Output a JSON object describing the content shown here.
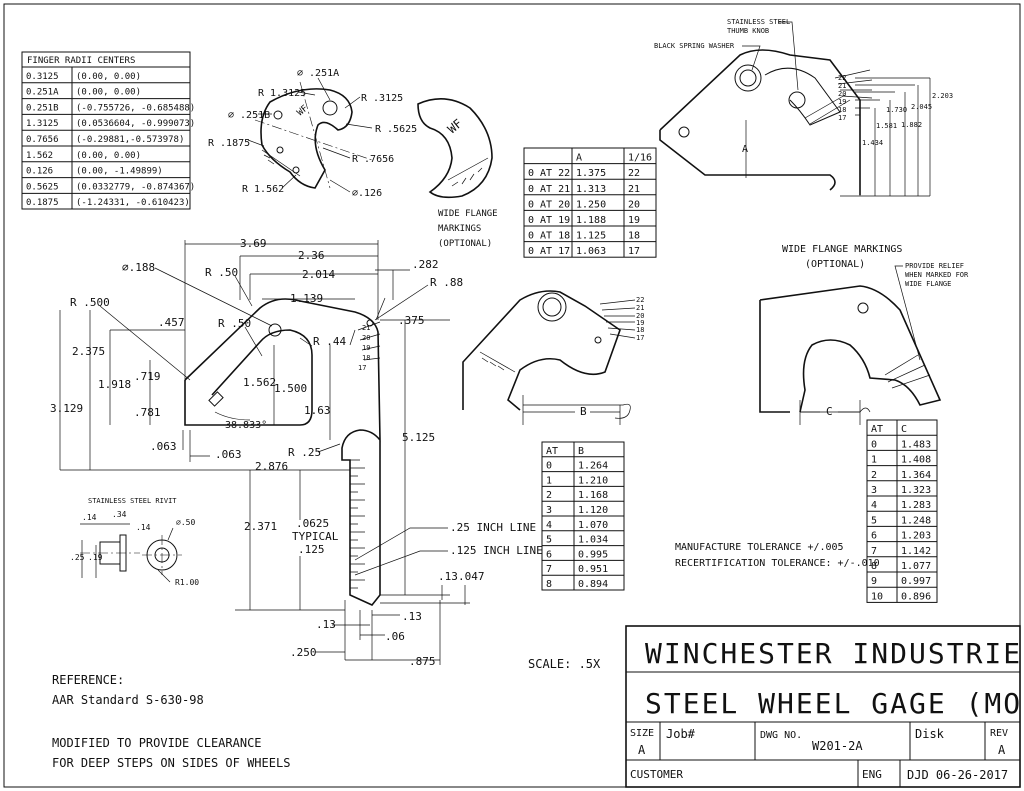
{
  "finger_radii_table": {
    "header": "FINGER RADII CENTERS",
    "rows": [
      [
        "0.3125",
        "(0.00, 0.00)"
      ],
      [
        "0.251A",
        "(0.00, 0.00)"
      ],
      [
        "0.251B",
        "(-0.755726, -0.685488)"
      ],
      [
        "1.3125",
        "(0.0536604, -0.999073)"
      ],
      [
        "0.7656",
        "(-0.29881,-0.573978)"
      ],
      [
        "1.562",
        "(0.00, 0.00)"
      ],
      [
        "0.126",
        "(0.00, -1.49899)"
      ],
      [
        "0.5625",
        "(0.0332779, -0.874367)"
      ],
      [
        "0.1875",
        "(-1.24331, -0.610423)"
      ]
    ]
  },
  "finger_labels": {
    "d251a": "∅ .251A",
    "r13125": "R 1.3125",
    "r3125": "R .3125",
    "d251b": "∅ .251B",
    "r5625": "R .5625",
    "r1875": "R .1875",
    "r7656": "R .7656",
    "r1562": "R 1.562",
    "d126": "∅.126",
    "wf": "WF"
  },
  "wide_flange_note": [
    "WIDE FLANGE",
    "MARKINGS",
    "(OPTIONAL)"
  ],
  "table_a": {
    "headers": [
      "",
      "A",
      "1/16"
    ],
    "rows": [
      [
        "0 AT 22",
        "1.375",
        "22"
      ],
      [
        "0 AT 21",
        "1.313",
        "21"
      ],
      [
        "0 AT 20",
        "1.250",
        "20"
      ],
      [
        "0 AT 19",
        "1.188",
        "19"
      ],
      [
        "0 AT 18",
        "1.125",
        "18"
      ],
      [
        "0 AT 17",
        "1.063",
        "17"
      ]
    ]
  },
  "top_right_labels": {
    "thumb_knob": [
      "STAINLESS STEEL",
      "THUMB KNOB"
    ],
    "washer": "BLACK SPRING WASHER",
    "a": "A",
    "dims": [
      "1.434",
      "1.581",
      "1.730",
      "1.882",
      "2.045",
      "2.203"
    ]
  },
  "wf_markings_right": [
    "WIDE FLANGE MARKINGS",
    "(OPTIONAL)"
  ],
  "relief_note": [
    "PROVIDE RELIEF",
    "WHEN MARKED FOR",
    "WIDE FLANGE"
  ],
  "main_dims": {
    "d369": "3.69",
    "d236": "2.36",
    "d2014": "2.014",
    "d1139": "1.139",
    "d282": ".282",
    "r88": "R .88",
    "d375": ".375",
    "d188": "∅.188",
    "r50a": "R .50",
    "r50b": "R .50",
    "r500": "R .500",
    "d457": ".457",
    "d2375": "2.375",
    "d1918": "1.918",
    "d719": ".719",
    "d781": ".781",
    "d3129": "3.129",
    "d1562": "1.562",
    "d1500": "1.500",
    "r44": "R .44",
    "d1_63": "1.63",
    "ang": "38.833°",
    "d063a": ".063",
    "d063b": ".063",
    "r25": "R .25",
    "d2876": "2.876",
    "d5125": "5.125",
    "d2371": "2.371",
    "d0625": ".0625",
    "typical": "TYPICAL",
    "d125": ".125",
    "l25": ".25 INCH LINE",
    "l125": ".125 INCH LINE",
    "d13a": ".13",
    "d047": ".047",
    "d13b": ".13",
    "d13c": ".13",
    "d06": ".06",
    "d250": ".250",
    "d875": ".875"
  },
  "scale_numbers": [
    "22",
    "21",
    "20",
    "19",
    "18",
    "17"
  ],
  "rivit": {
    "title": "STAINLESS STEEL RIVIT",
    "dims": [
      ".14",
      ".34",
      ".14",
      "∅.50",
      ".25",
      ".19",
      "R1.00"
    ]
  },
  "b_label": "B",
  "c_label": "C",
  "table_b": {
    "headers": [
      "AT",
      "B"
    ],
    "rows": [
      [
        "0",
        "1.264"
      ],
      [
        "1",
        "1.210"
      ],
      [
        "2",
        "1.168"
      ],
      [
        "3",
        "1.120"
      ],
      [
        "4",
        "1.070"
      ],
      [
        "5",
        "1.034"
      ],
      [
        "6",
        "0.995"
      ],
      [
        "7",
        "0.951"
      ],
      [
        "8",
        "0.894"
      ]
    ]
  },
  "table_c": {
    "headers": [
      "AT",
      "C"
    ],
    "rows": [
      [
        "0",
        "1.483"
      ],
      [
        "1",
        "1.408"
      ],
      [
        "2",
        "1.364"
      ],
      [
        "3",
        "1.323"
      ],
      [
        "4",
        "1.283"
      ],
      [
        "5",
        "1.248"
      ],
      [
        "6",
        "1.203"
      ],
      [
        "7",
        "1.142"
      ],
      [
        "8",
        "1.077"
      ],
      [
        "9",
        "0.997"
      ],
      [
        "10",
        "0.896"
      ]
    ]
  },
  "tolerances": [
    "MANUFACTURE TOLERANCE +/.005",
    "RECERTIFICATION TOLERANCE: +/-.010"
  ],
  "scale": "SCALE: .5X",
  "reference": [
    "REFERENCE:",
    "AAR Standard S-630-98"
  ],
  "modified_note": [
    "MODIFIED TO PROVIDE CLEARANCE",
    "FOR DEEP STEPS ON SIDES OF WHEELS"
  ],
  "title_block": {
    "company": "WINCHESTER INDUSTRIES INC.",
    "title": "STEEL WHEEL GAGE (MODIFIED)",
    "size_label": "SIZE",
    "size": "A",
    "job_label": "Job#",
    "dwg_label": "DWG NO.",
    "dwg": "W201-2A",
    "disk_label": "Disk",
    "rev_label": "REV",
    "rev": "A",
    "customer_label": "CUSTOMER",
    "eng_label": "ENG",
    "eng": "DJD 06-26-2017"
  }
}
